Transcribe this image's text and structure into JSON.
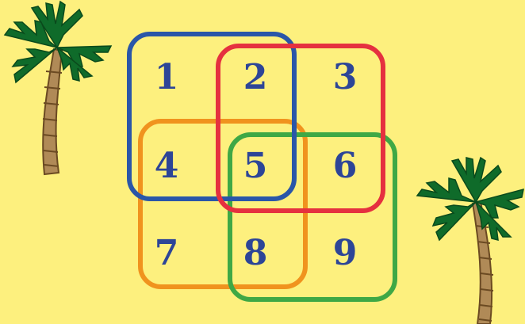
{
  "colors": {
    "background": "#fdf07e",
    "number": "#2d4597",
    "blue_box": "#2a56a8",
    "red_box": "#e5313f",
    "orange_box": "#f0931e",
    "green_box": "#3fa845",
    "palm_leaf": "#0f6b2a",
    "palm_leaf_dark": "#0a4a1c",
    "palm_trunk": "#b08a57",
    "palm_trunk_band": "#6b4a22"
  },
  "grid": {
    "numbers": [
      "1",
      "2",
      "3",
      "4",
      "5",
      "6",
      "7",
      "8",
      "9"
    ]
  },
  "groups": [
    {
      "color_name": "blue",
      "members": [
        "1",
        "2",
        "4",
        "5"
      ]
    },
    {
      "color_name": "red",
      "members": [
        "2",
        "3",
        "5",
        "6"
      ]
    },
    {
      "color_name": "orange",
      "members": [
        "4",
        "5",
        "7",
        "8"
      ]
    },
    {
      "color_name": "green",
      "members": [
        "5",
        "6",
        "8",
        "9"
      ]
    }
  ],
  "icons": [
    "palm-tree-icon",
    "palm-tree-icon"
  ]
}
